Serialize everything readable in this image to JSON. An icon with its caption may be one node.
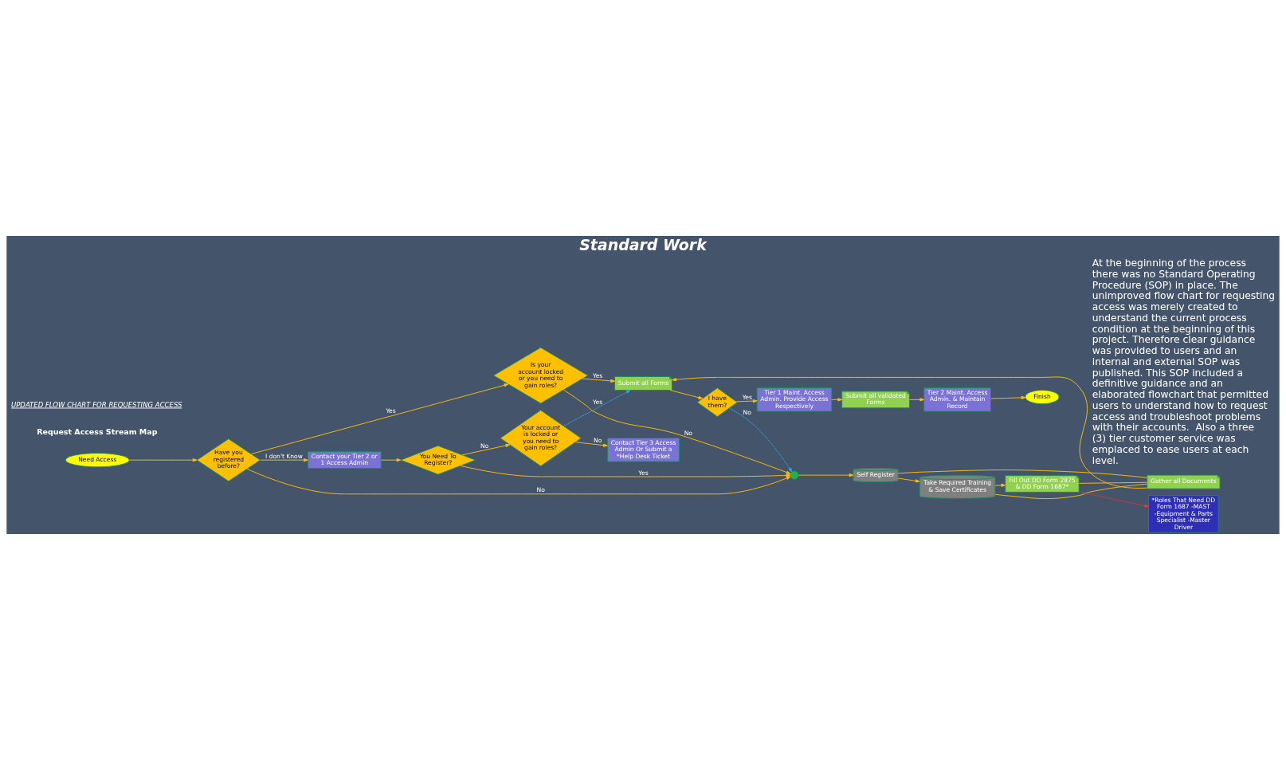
{
  "diagram": {
    "title": "Standard Work",
    "nodes": [
      {
        "text": [
          "Need Access"
        ]
      },
      {
        "text": [
          "Have you registered before?"
        ]
      },
      {
        "text": [
          "Is your account locked or you need to gain roles?"
        ]
      },
      {
        "text": [
          "Submit all Forms"
        ]
      },
      {
        "text": [
          "I have them?"
        ]
      },
      {
        "text": [
          "Tier 1 Maint. Access Admin. Provide Access Respectively"
        ]
      },
      {
        "text": [],
        "shape": "circle"
      },
      {
        "text": [
          "Contact your Tier 2 or 1 Access Admin"
        ]
      },
      {
        "text": [
          "Self Register"
        ]
      },
      {
        "text": [
          "Submit all validated Forms"
        ]
      },
      {
        "text": [
          "You Need To Register?"
        ]
      },
      {
        "text": [
          "Take Required Training & Save Certificates"
        ]
      },
      {
        "text": [
          "Gather all Documents"
        ]
      },
      {
        "text": [
          "Tier 2 Maint. Access Admin. & Maintain Record"
        ]
      },
      {
        "text": [
          "Fill Out DD Form 2875 & DD Form 1687*"
        ]
      },
      {
        "text": [
          "Finish"
        ]
      },
      {
        "text": [
          "Your account is locked or you need to gain roles?"
        ]
      },
      {
        "text": [
          "Contact Tier 3 Access Admin Or Submit a *Help Desk Ticket"
        ]
      },
      {
        "text": [
          "*Roles That Need DD Form 1687 -MAST -Equipment & Parts Specialist -Master Driver"
        ]
      }
    ],
    "edges": [
      {
        "from": 0,
        "to": 1,
        "arrow": "to"
      },
      {
        "from": 1,
        "to": 2,
        "arrow": "to",
        "label": "Yes"
      },
      {
        "from": 2,
        "to": 3,
        "arrow": "to",
        "label": "Yes"
      },
      {
        "from": 1,
        "to": 6,
        "arrow": "to",
        "label": "No"
      },
      {
        "from": 2,
        "to": 6,
        "arrow": "to",
        "label": "No"
      },
      {
        "from": 1,
        "to": 7,
        "arrow": "to",
        "label": "I don't Know"
      },
      {
        "from": 3,
        "to": 4,
        "arrow": "to"
      },
      {
        "from": 4,
        "to": 5,
        "arrow": "to",
        "label": "Yes"
      },
      {
        "from": 4,
        "to": 6,
        "arrow": "to",
        "label": "No",
        "style": "dashed",
        "color": "#29abe2"
      },
      {
        "from": 6,
        "to": 8,
        "arrow": "to"
      },
      {
        "from": 8,
        "to": 11,
        "arrow": "to"
      },
      {
        "from": 11,
        "to": 14,
        "arrow": "to"
      },
      {
        "from": 8,
        "to": 12,
        "arrow": "none"
      },
      {
        "from": 11,
        "to": 12,
        "arrow": "none"
      },
      {
        "from": 14,
        "to": 12,
        "arrow": "none"
      },
      {
        "from": 12,
        "to": 3,
        "arrow": "to"
      },
      {
        "from": 5,
        "to": 9,
        "arrow": "to"
      },
      {
        "from": 9,
        "to": 13,
        "arrow": "to"
      },
      {
        "from": 13,
        "to": 15,
        "arrow": "to"
      },
      {
        "from": 7,
        "to": 10,
        "arrow": "to"
      },
      {
        "from": 10,
        "to": 6,
        "arrow": "to",
        "label": "Yes"
      },
      {
        "from": 10,
        "to": 16,
        "arrow": "to",
        "label": "No"
      },
      {
        "from": 16,
        "to": 3,
        "arrow": "to",
        "label": "Yes",
        "style": "dashed",
        "color": "#29abe2"
      },
      {
        "from": 16,
        "to": 17,
        "arrow": "to",
        "label": "No"
      },
      {
        "from": 14,
        "to": 18,
        "arrow": "to",
        "style": "dashed",
        "color": "#ff3030"
      }
    ],
    "labels": [
      "UPDATED FLOW CHART FOR REQUESTING ACCESS",
      "Request Access Stream Map",
      "At the beginning of the process there was no Standard Operating Procedure (SOP) in place. The unimproved flow chart for requesting access was merely created to understand the current process condition at the beginning of this project. Therefore clear guidance was provided to users and an internal and external SOP was published. This SOP included a definitive guidance and an elaborated flowchart that permitted users to understand how to request access and troubleshoot problems with their accounts.  Also a three (3) tier customer service was emplaced to ease users at each level."
    ]
  }
}
